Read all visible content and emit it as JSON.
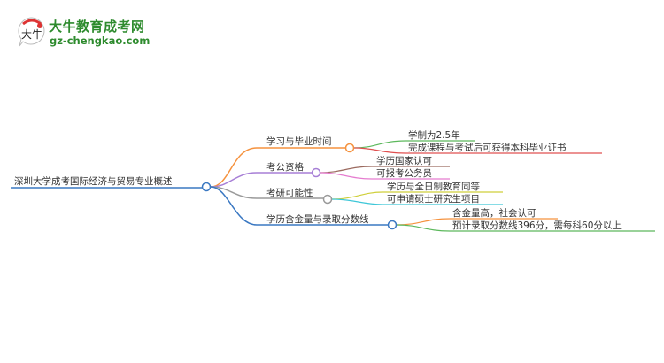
{
  "logo": {
    "title": "大牛教育成考网",
    "url": "gz-chengkao.com",
    "mark_text": "大牛",
    "color": "#2e8b2e"
  },
  "mindmap": {
    "root": {
      "label": "深圳大学成考国际经济与贸易专业概述",
      "color": "#3a78c2"
    },
    "branches": [
      {
        "label": "学习与毕业时间",
        "color": "#f5923e",
        "children": [
          {
            "label": "学制为2.5年",
            "color": "#5cb85c"
          },
          {
            "label": "完成课程与考试后可获得本科毕业证书",
            "color": "#e05050"
          }
        ]
      },
      {
        "label": "考公资格",
        "color": "#a77fd6",
        "children": [
          {
            "label": "学历国家认可",
            "color": "#9b6a5f"
          },
          {
            "label": "可报考公务员",
            "color": "#e57ccf"
          }
        ]
      },
      {
        "label": "考研可能性",
        "color": "#9a9a9a",
        "children": [
          {
            "label": "学历与全日制教育同等",
            "color": "#cfcf3a"
          },
          {
            "label": "可申请硕士研究生项目",
            "color": "#3ec7d8"
          }
        ]
      },
      {
        "label": "学历含金量与录取分数线",
        "color": "#3a78c2",
        "children": [
          {
            "label": "含金量高，社会认可",
            "color": "#f5923e"
          },
          {
            "label": "预计录取分数线396分，需每科60分以上",
            "color": "#5cb85c"
          }
        ]
      }
    ]
  }
}
